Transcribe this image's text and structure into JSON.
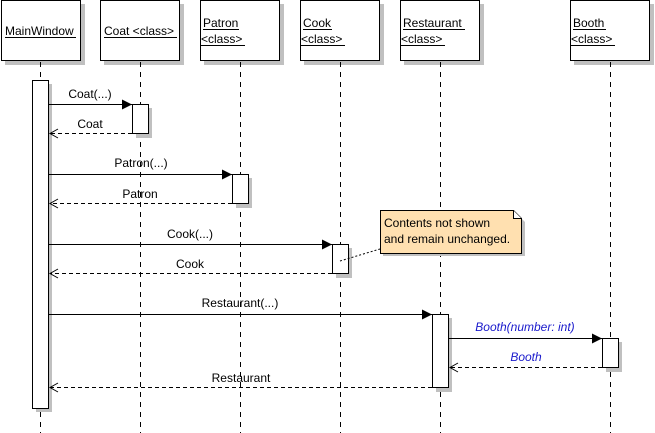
{
  "diagram": {
    "type": "sequence",
    "lifelines": [
      {
        "id": "mainwindow",
        "name": "MainWindow",
        "stereotype": ""
      },
      {
        "id": "coat",
        "name": "Coat <class>",
        "stereotype": ""
      },
      {
        "id": "patron",
        "name": "Patron",
        "stereotype": "<class>"
      },
      {
        "id": "cook",
        "name": "Cook",
        "stereotype": "<class>"
      },
      {
        "id": "restaurant",
        "name": "Restaurant",
        "stereotype": "<class>"
      },
      {
        "id": "booth",
        "name": "Booth",
        "stereotype": "<class>"
      }
    ],
    "messages": [
      {
        "from": "mainwindow",
        "to": "coat",
        "label": "Coat(...)",
        "kind": "call",
        "highlight": false
      },
      {
        "from": "coat",
        "to": "mainwindow",
        "label": "Coat",
        "kind": "return",
        "highlight": false
      },
      {
        "from": "mainwindow",
        "to": "patron",
        "label": "Patron(...)",
        "kind": "call",
        "highlight": false
      },
      {
        "from": "patron",
        "to": "mainwindow",
        "label": "Patron",
        "kind": "return",
        "highlight": false
      },
      {
        "from": "mainwindow",
        "to": "cook",
        "label": "Cook(...)",
        "kind": "call",
        "highlight": false
      },
      {
        "from": "cook",
        "to": "mainwindow",
        "label": "Cook",
        "kind": "return",
        "highlight": false
      },
      {
        "from": "mainwindow",
        "to": "restaurant",
        "label": "Restaurant(...)",
        "kind": "call",
        "highlight": false
      },
      {
        "from": "restaurant",
        "to": "booth",
        "label": "Booth(number: int)",
        "kind": "call",
        "highlight": true
      },
      {
        "from": "booth",
        "to": "restaurant",
        "label": "Booth",
        "kind": "return",
        "highlight": true
      },
      {
        "from": "restaurant",
        "to": "mainwindow",
        "label": "Restaurant",
        "kind": "return",
        "highlight": false
      }
    ],
    "note": {
      "lines": [
        "Contents not shown",
        "and remain unchanged."
      ],
      "attached_to": "cook"
    },
    "colors": {
      "note_fill": "#ffe0b0",
      "highlight_text": "#1a1acc",
      "shadow": "#c0c0c0"
    }
  }
}
